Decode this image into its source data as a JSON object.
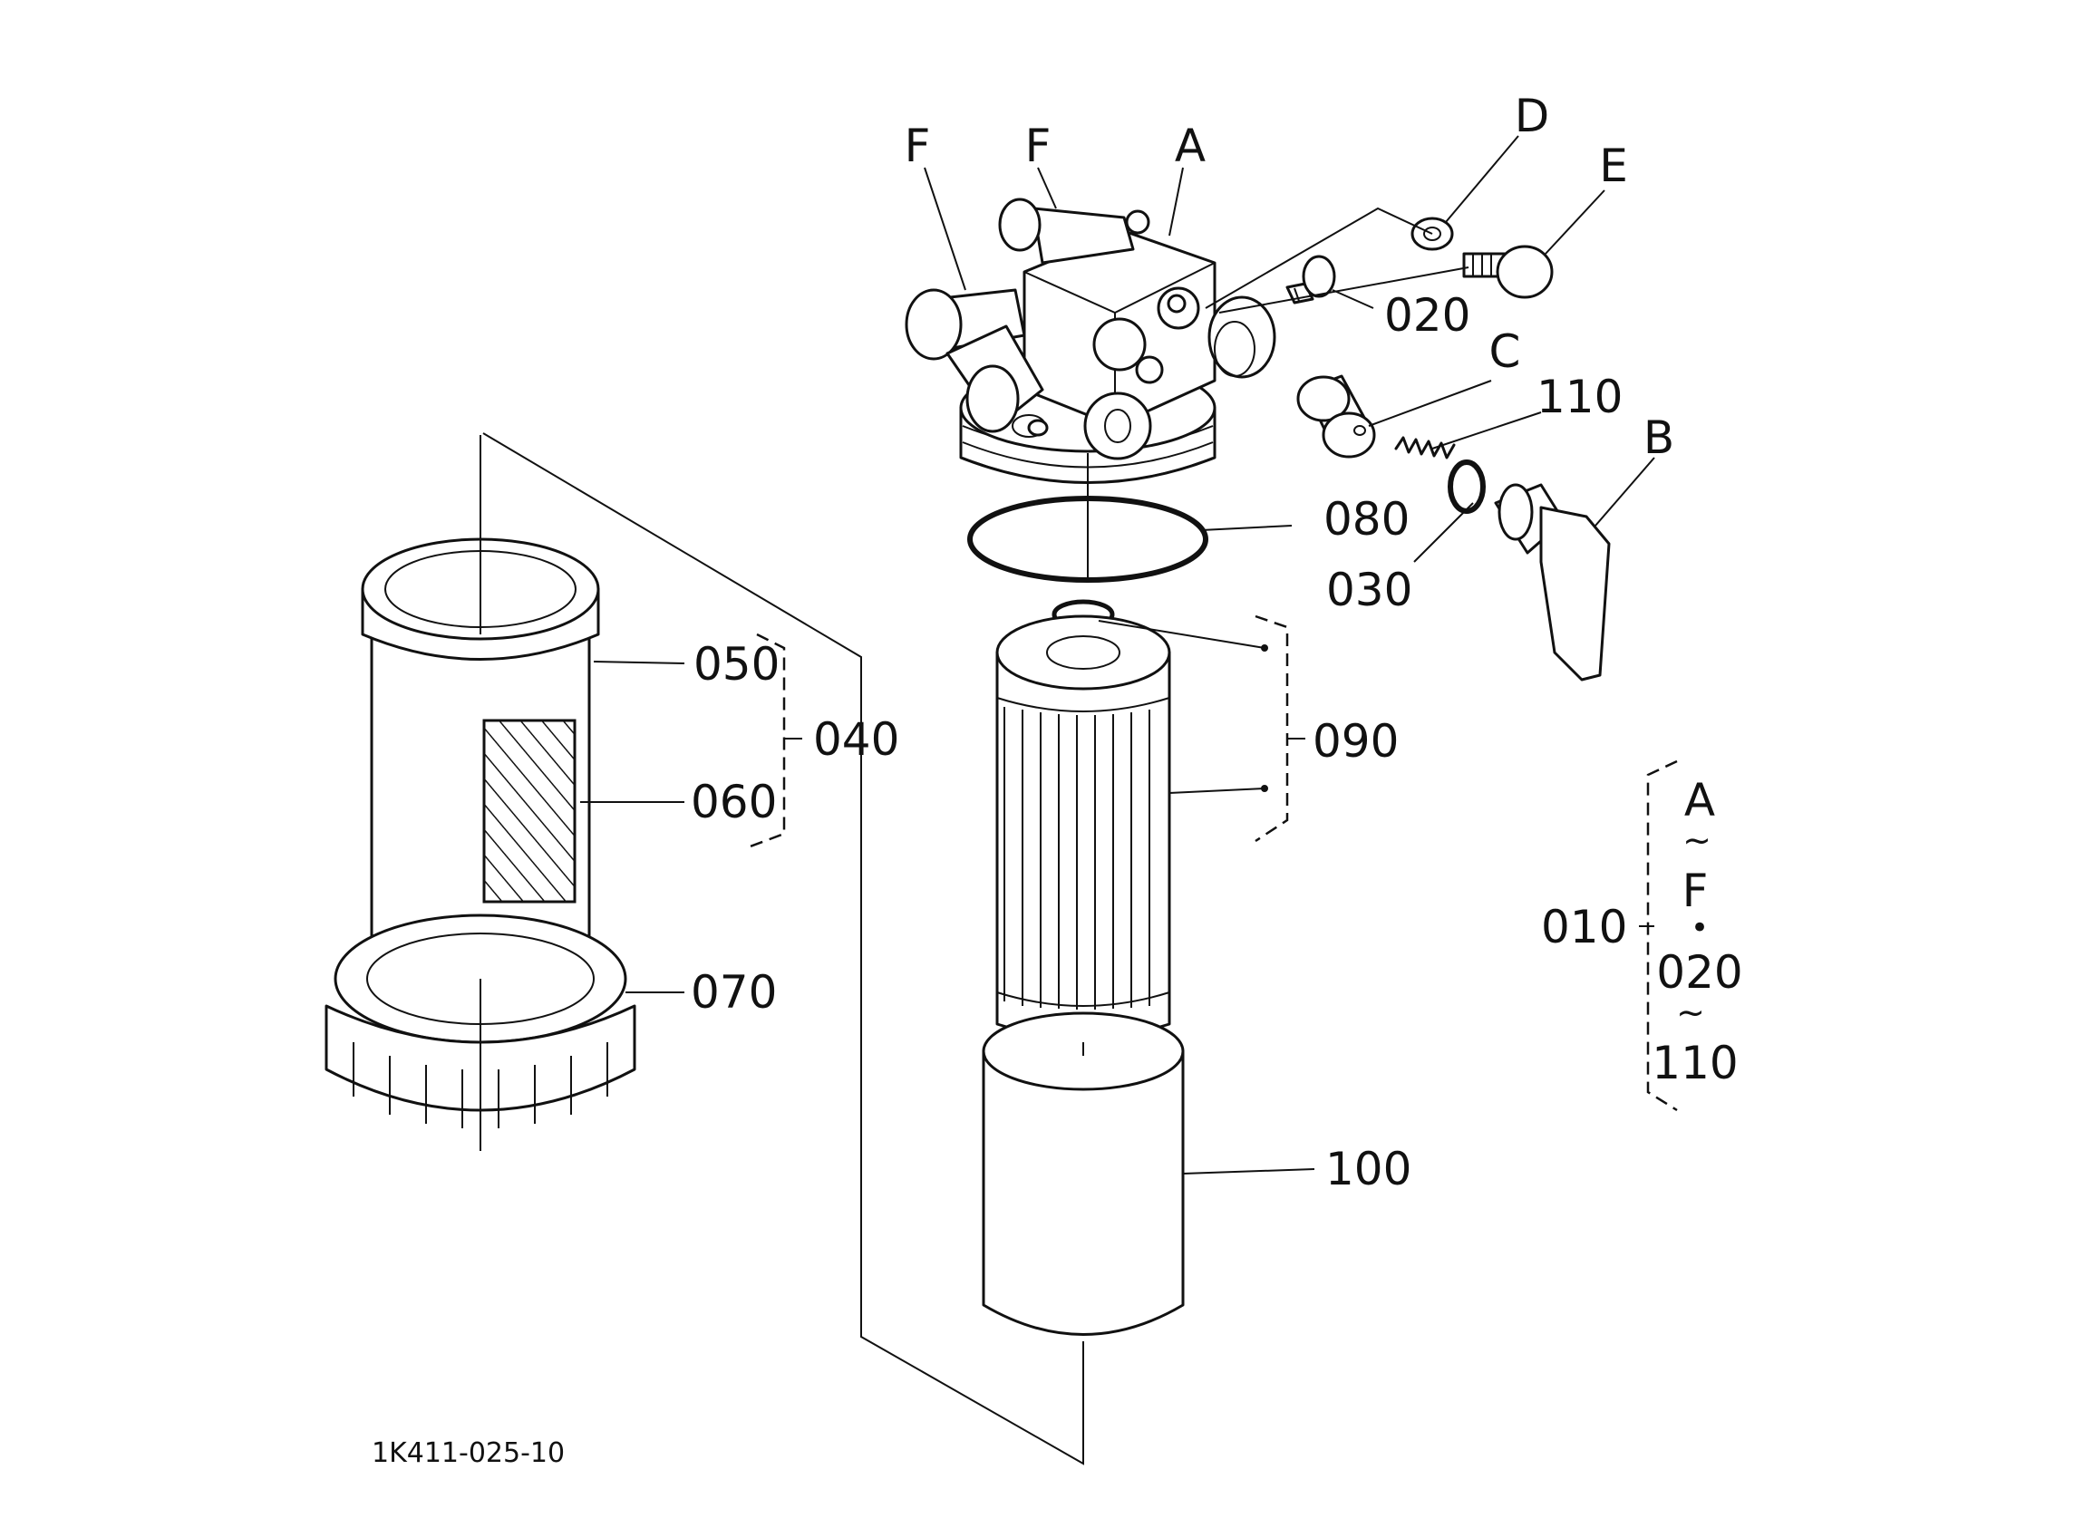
{
  "drawing_number": "1K411-025-10",
  "colors": {
    "line": "#111111",
    "background": "#ffffff"
  },
  "callouts": {
    "F_left": "F",
    "F_right": "F",
    "A": "A",
    "D": "D",
    "E": "E",
    "p020": "020",
    "C": "C",
    "p110": "110",
    "B": "B",
    "p080": "080",
    "p030": "030",
    "p050": "050",
    "p040": "040",
    "p060": "060",
    "p090": "090",
    "p070": "070",
    "p100": "100",
    "p010": "010"
  },
  "assembly_note": {
    "from": "A",
    "tilde_1": "~",
    "to": "F",
    "dot": "•",
    "from_2": "020",
    "tilde_2": "~",
    "to_2": "110"
  }
}
